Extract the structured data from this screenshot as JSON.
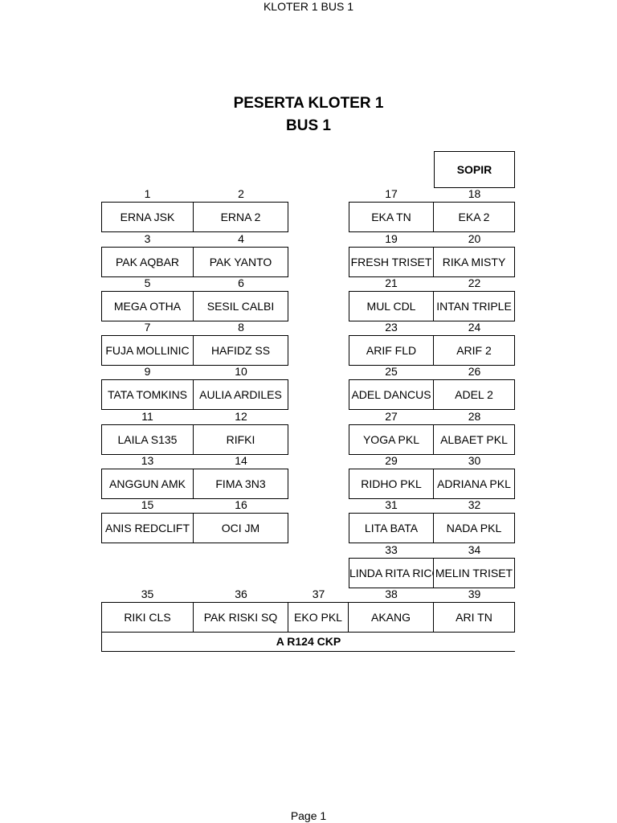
{
  "page": {
    "header": "KLOTER 1 BUS 1",
    "title_line1": "PESERTA KLOTER 1",
    "title_line2": "BUS 1",
    "footer": "Page 1"
  },
  "driver": "SOPIR",
  "plate": "A R124 CKP",
  "seats": [
    {
      "num": "1",
      "name": "ERNA JSK"
    },
    {
      "num": "2",
      "name": "ERNA 2"
    },
    {
      "num": "3",
      "name": "PAK AQBAR"
    },
    {
      "num": "4",
      "name": "PAK YANTO"
    },
    {
      "num": "5",
      "name": "MEGA OTHA"
    },
    {
      "num": "6",
      "name": "SESIL CALBI"
    },
    {
      "num": "7",
      "name": "FUJA MOLLINIC"
    },
    {
      "num": "8",
      "name": "HAFIDZ SS"
    },
    {
      "num": "9",
      "name": "TATA TOMKINS"
    },
    {
      "num": "10",
      "name": "AULIA ARDILES"
    },
    {
      "num": "11",
      "name": "LAILA S135"
    },
    {
      "num": "12",
      "name": "RIFKI"
    },
    {
      "num": "13",
      "name": "ANGGUN AMK"
    },
    {
      "num": "14",
      "name": "FIMA 3N3"
    },
    {
      "num": "15",
      "name": "ANIS REDCLIFT"
    },
    {
      "num": "16",
      "name": "OCI JM"
    },
    {
      "num": "17",
      "name": "EKA TN"
    },
    {
      "num": "18",
      "name": "EKA 2"
    },
    {
      "num": "19",
      "name": "FRESH TRISET"
    },
    {
      "num": "20",
      "name": "RIKA MISTY"
    },
    {
      "num": "21",
      "name": "MUL CDL"
    },
    {
      "num": "22",
      "name": "INTAN TRIPLE"
    },
    {
      "num": "23",
      "name": "ARIF FLD"
    },
    {
      "num": "24",
      "name": "ARIF 2"
    },
    {
      "num": "25",
      "name": "ADEL DANCUS"
    },
    {
      "num": "26",
      "name": "ADEL 2"
    },
    {
      "num": "27",
      "name": "YOGA PKL"
    },
    {
      "num": "28",
      "name": "ALBAET PKL"
    },
    {
      "num": "29",
      "name": "RIDHO PKL"
    },
    {
      "num": "30",
      "name": "ADRIANA PKL"
    },
    {
      "num": "31",
      "name": "LITA BATA"
    },
    {
      "num": "32",
      "name": "NADA PKL"
    },
    {
      "num": "33",
      "name": "ELINDA RITA RICO"
    },
    {
      "num": "34",
      "name": "MELIN TRISET"
    },
    {
      "num": "35",
      "name": "RIKI CLS"
    },
    {
      "num": "36",
      "name": "PAK RISKI SQ"
    },
    {
      "num": "37",
      "name": "EKO PKL"
    },
    {
      "num": "38",
      "name": "AKANG"
    },
    {
      "num": "39",
      "name": "ARI TN"
    }
  ]
}
